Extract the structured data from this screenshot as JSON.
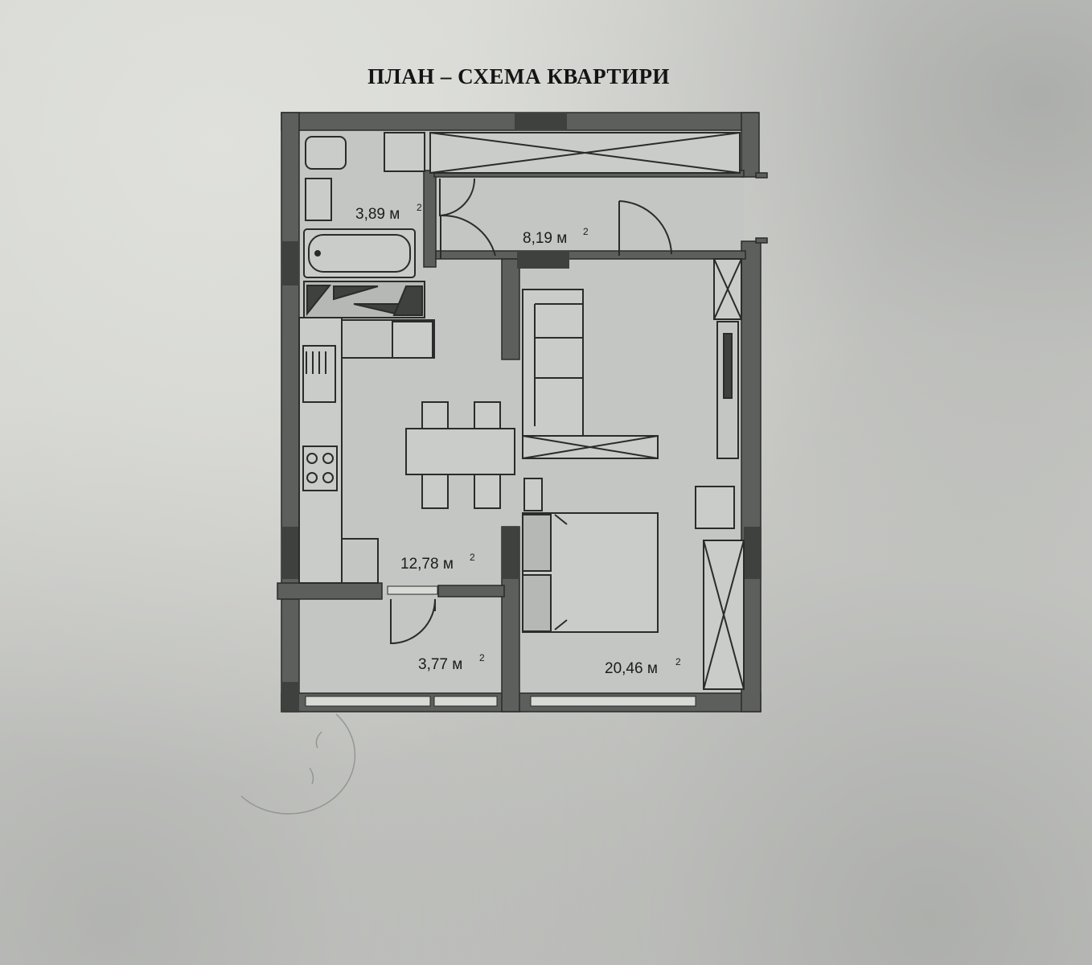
{
  "title": "ПЛАН – СХЕМА КВАРТИРИ",
  "rooms": [
    {
      "id": "bathroom",
      "area": "3,89 м",
      "unit_sup": "2"
    },
    {
      "id": "hallway",
      "area": "8,19 м",
      "unit_sup": "2"
    },
    {
      "id": "kitchen",
      "area": "12,78 м",
      "unit_sup": "2"
    },
    {
      "id": "balcony",
      "area": "3,77 м",
      "unit_sup": "2"
    },
    {
      "id": "living-room",
      "area": "20,46 м",
      "unit_sup": "2"
    }
  ],
  "colors": {
    "wall": "#5d5f5c",
    "wall_dark": "#3f413f",
    "floor": "#c3c6c2",
    "furniture_fill": "#b5b8b4",
    "line": "#2a2b2a"
  }
}
